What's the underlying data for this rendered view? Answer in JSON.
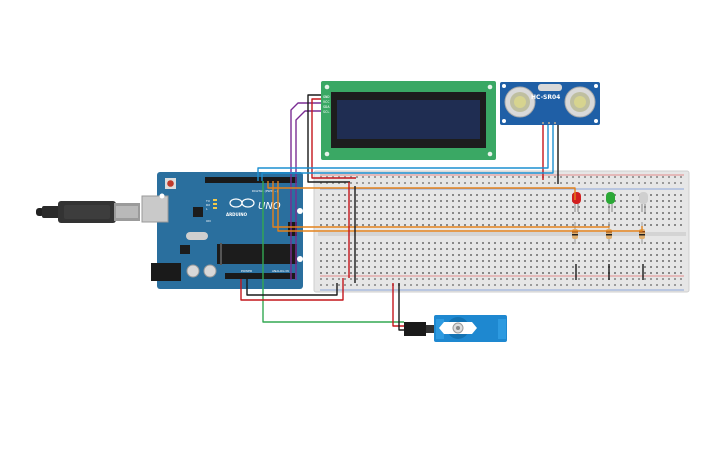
{
  "arduino": {
    "brand": "ARDUINO",
    "model": "UNO",
    "digital_label": "DIGITAL (PWM ~)",
    "power_label": "POWER",
    "analog_label": "ANALOG IN",
    "on_label": "ON",
    "tx_label": "TX",
    "rx_label": "RX",
    "l_label": "L"
  },
  "lcd": {
    "pins": [
      "GND",
      "VCC",
      "SDA",
      "SCL"
    ]
  },
  "sensor": {
    "label": "HC-SR04"
  },
  "colors": {
    "arduino_blue": "#2a6f9e",
    "lcd_green": "#3aa864",
    "lcd_screen": "#1f2d52",
    "sensor_blue": "#1f5fa6",
    "servo_blue": "#1e88d0",
    "breadboard": "#e8e8e8",
    "wire_red": "#c4161c",
    "wire_black": "#1a1a1a",
    "wire_orange": "#e3821b",
    "wire_blue": "#1c8fd0",
    "wire_purple": "#7a2d93",
    "wire_green": "#33a852",
    "led_red": "#d21f1f",
    "led_green": "#2ba836",
    "led_white": "#cfcfcf"
  }
}
